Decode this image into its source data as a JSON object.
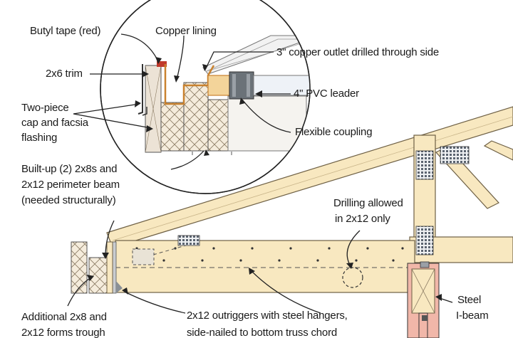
{
  "labels": {
    "butyl_tape": "Butyl tape (red)",
    "copper_lining": "Copper lining",
    "copper_outlet": "3\" copper outlet drilled through side",
    "trim": "2x6 trim",
    "pvc_leader": "4\" PVC leader",
    "cap_flashing_1": "Two-piece",
    "cap_flashing_2": "cap and facsia",
    "cap_flashing_3": "flashing",
    "coupling": "Flexible coupling",
    "beam_1": "Built-up (2) 2x8s and",
    "beam_2": "2x12 perimeter beam",
    "beam_3": "(needed structurally)",
    "drilling_1": "Drilling allowed",
    "drilling_2": "in 2x12 only",
    "steel_1": "Steel",
    "steel_2": "I-beam",
    "additional_1": "Additional 2x8 and",
    "additional_2": "2x12 forms trough",
    "outriggers_1": "2x12 outriggers with steel hangers,",
    "outriggers_2": "side-nailed to bottom truss chord"
  },
  "colors": {
    "lumber": "#f8e8c0",
    "lumber_edge": "#7a6a4a",
    "insulation": "#ece3d6",
    "copper": "#c9822f",
    "butyl": "#c0392b",
    "pvc": "#eef2f7",
    "coupling": "#6b7278",
    "hanger": "#8a9096",
    "steel": "#f1b7a9"
  }
}
